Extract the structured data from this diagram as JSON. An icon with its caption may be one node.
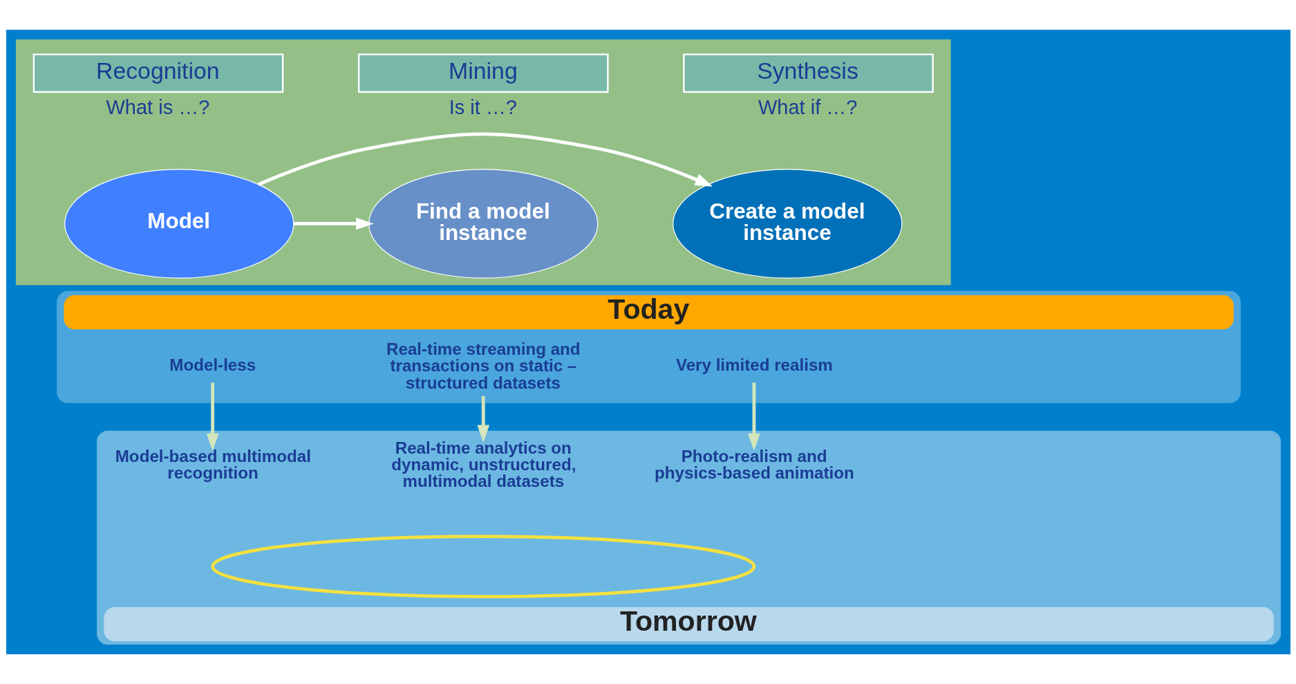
{
  "diagram": {
    "nodes": [
      {
        "text": [],
        "shape": "box"
      },
      {
        "text": [
          "Recognition"
        ],
        "beside": [
          "What is …?"
        ],
        "in": 0
      },
      {
        "text": [
          "Mining"
        ],
        "beside": [
          "Is it …?"
        ],
        "in": 0
      },
      {
        "text": [
          "Synthesis"
        ],
        "beside": [
          "What if …?"
        ],
        "in": 0
      },
      {
        "text": [
          "Model"
        ],
        "in": 0
      },
      {
        "text": [
          "Find a model instance"
        ],
        "in": 0
      },
      {
        "text": [
          "Create a model instance"
        ],
        "in": 0
      },
      {
        "text": [
          "Today"
        ]
      },
      {
        "text": [
          "Model-less"
        ],
        "in": 7
      },
      {
        "text": [
          "Real-time streaming and transactions on static – structured datasets"
        ],
        "in": 7
      },
      {
        "text": [
          "Very limited realism"
        ],
        "in": 7
      },
      {
        "text": [
          "Tomorrow"
        ]
      },
      {
        "text": [
          "Model-based multimodal recognition"
        ],
        "in": 11
      },
      {
        "text": [
          "Real-time analytics on dynamic, unstructured, multimodal datasets"
        ],
        "in": 11
      },
      {
        "text": [
          "Photo-realism and physics-based animation"
        ],
        "in": 11
      },
      {
        "text": [],
        "shape": "ellipse",
        "in": 11
      }
    ],
    "edges": [
      {
        "from": 4,
        "to": 5,
        "arrow": "to"
      },
      {
        "from": 4,
        "to": 6,
        "arrow": "to"
      },
      {
        "from": 8,
        "to": 12,
        "arrow": "to",
        "color": "#d4e6bc"
      },
      {
        "from": 9,
        "to": 13,
        "arrow": "to",
        "color": "#d4e6bc"
      },
      {
        "from": 10,
        "to": 14,
        "arrow": "to",
        "color": "#d4e6bc"
      }
    ]
  }
}
